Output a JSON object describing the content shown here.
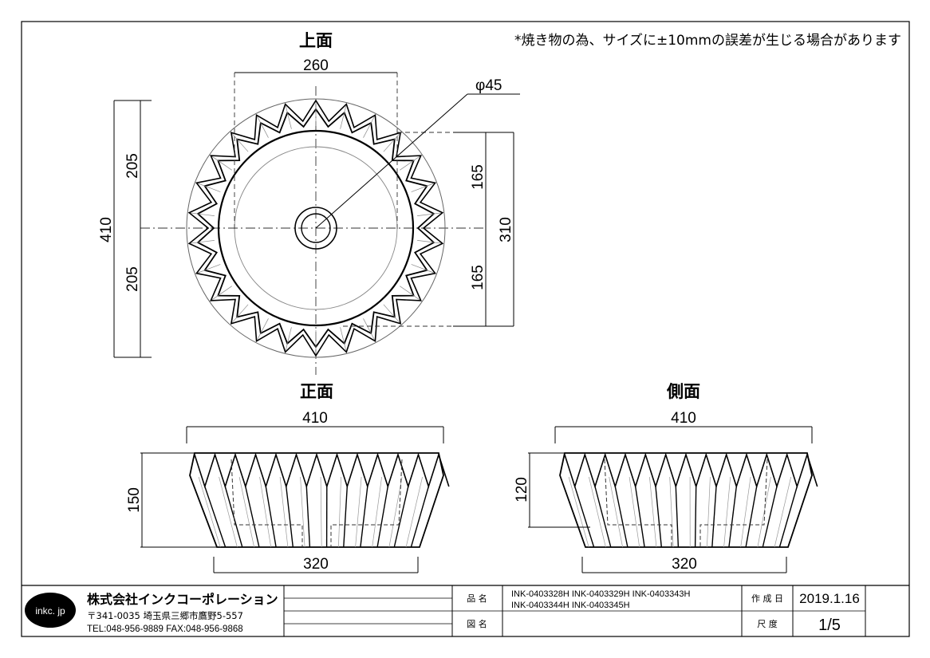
{
  "note": "*焼き物の為、サイズに±10mmの誤差が生じる場合があります",
  "views": {
    "top": {
      "title": "上面",
      "dim_width_260": "260",
      "dim_drain": "φ45",
      "dim_left_upper": "205",
      "dim_left_lower": "205",
      "dim_left_total": "410",
      "dim_right_upper": "165",
      "dim_right_lower": "165",
      "dim_right_total": "310"
    },
    "front": {
      "title": "正面",
      "dim_top": "410",
      "dim_height": "150",
      "dim_bottom": "320"
    },
    "side": {
      "title": "側面",
      "dim_top": "410",
      "dim_height": "120",
      "dim_bottom": "320"
    }
  },
  "title_block": {
    "logo": "inkc. jp",
    "company": "株式会社インクコーポレーション",
    "address": "〒341-0035 埼玉県三郷市鷹野5-557",
    "contact": "TEL:048-956-9889 FAX:048-956-9868",
    "label_hinmei": "品 名",
    "hinmei_line1": "INK-0403328H INK-0403329H INK-0403343H",
    "hinmei_line2": "INK-0403344H INK-0403345H",
    "label_zumei": "図 名",
    "zumei": "",
    "label_sakusei": "作 成 日",
    "date": "2019.1.16",
    "label_shakudo": "尺 度",
    "scale": "1/5"
  },
  "colors": {
    "line": "#000000",
    "thin": "#777777",
    "background": "#ffffff"
  }
}
